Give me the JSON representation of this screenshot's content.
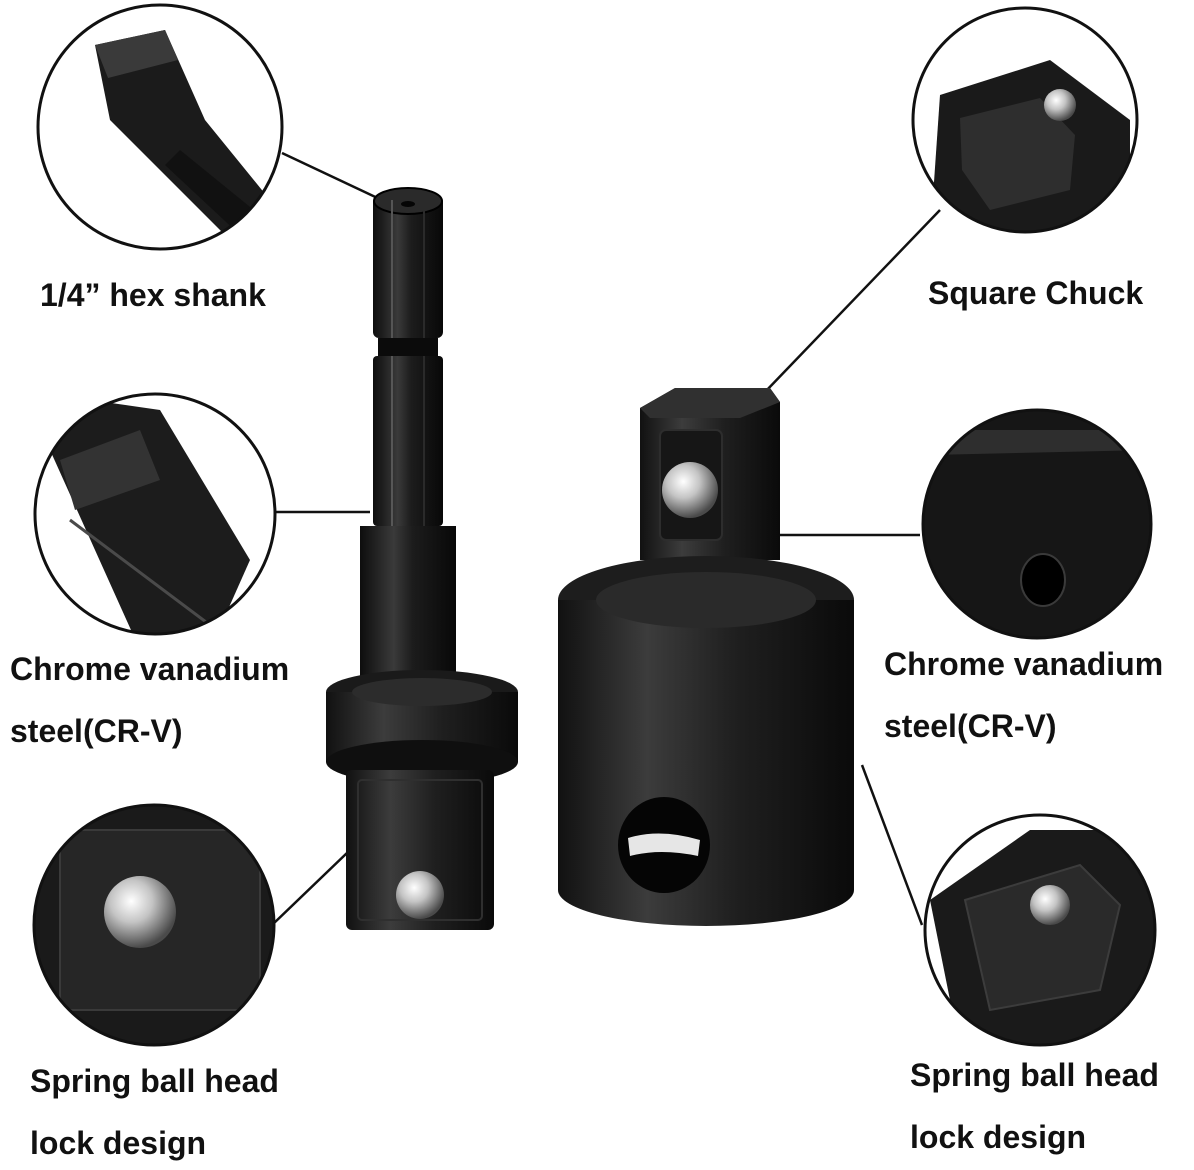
{
  "labels": {
    "hex_shank": "1/4” hex shank",
    "square_chuck": "Square Chuck",
    "crv_left": {
      "line1": "Chrome vanadium",
      "line2": "steel(CR-V)"
    },
    "crv_right": {
      "line1": "Chrome vanadium",
      "line2": "steel(CR-V)"
    },
    "ball_left": {
      "line1": "Spring ball head",
      "line2": "lock design"
    },
    "ball_right": {
      "line1": "Spring ball head",
      "line2": "lock design"
    }
  },
  "colors": {
    "background": "#ffffff",
    "metal_dark": "#141414",
    "metal_mid": "#2e2e2e",
    "metal_light": "#4a4a4a",
    "ball_silver": "#c9c9c9",
    "text": "#111111"
  }
}
